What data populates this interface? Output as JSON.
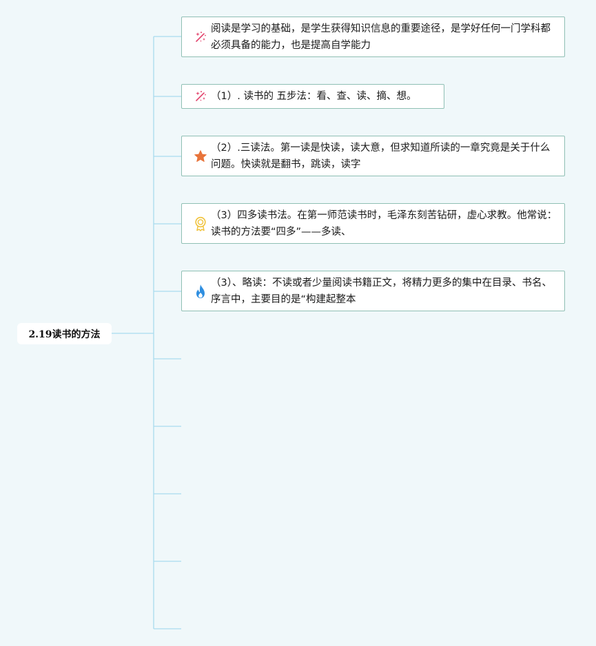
{
  "root": {
    "title": "2.19读书的方法"
  },
  "branches": [
    {
      "icon": "sparkle-wand-icon",
      "text": "阅读是学习的基础，是学生获得知识信息的重要途径，是学好任何一门学科都必须具备的能力，也是提高自学能力"
    },
    {
      "icon": "sparkle-wand-icon",
      "text": "（1）. 读书的 五步法：看、查、读、摘、想。"
    },
    {
      "icon": "star-icon",
      "text": "（2）.三读法。第一读是快读，读大意，但求知道所读的一章究竟是关于什么问题。快读就是翻书，跳读，读字"
    },
    {
      "icon": "award-ribbon-icon",
      "text": "（3）四多读书法。在第一师范读书时，毛泽东刻苦钻研，虚心求教。他常说：读书的方法要“四多”——多读、"
    },
    {
      "icon": "fire-icon",
      "text": "（3）、略读：不读或者少量阅读书籍正文，将精力更多的集中在目录、书名、序言中，主要目的是“构建起整本"
    }
  ],
  "colors": {
    "background": "#f0f8fa",
    "connector": "#a8dbef",
    "node_border": "#8fbfb4",
    "sparkle": "#e3456e",
    "star": "#e8743b",
    "award": "#f0c23a",
    "fire": "#2e8ee0"
  }
}
